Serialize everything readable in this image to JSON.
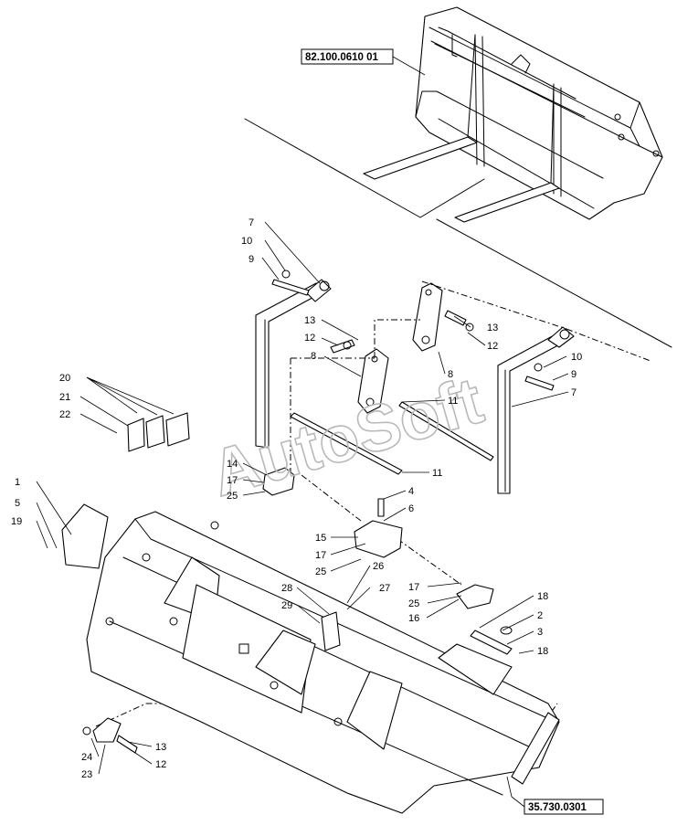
{
  "refs": {
    "top": "82.100.0610 01",
    "bottom": "35.730.0301"
  },
  "labels": {
    "l1": "1",
    "l2": "2",
    "l3": "3",
    "l4": "4",
    "l5": "5",
    "l6": "6",
    "l7a": "7",
    "l7b": "7",
    "l8a": "8",
    "l8b": "8",
    "l9a": "9",
    "l9b": "9",
    "l10a": "10",
    "l10b": "10",
    "l11a": "11",
    "l11b": "11",
    "l12a": "12",
    "l12b": "12",
    "l12c": "12",
    "l13a": "13",
    "l13b": "13",
    "l13c": "13",
    "l14": "14",
    "l15": "15",
    "l16": "16",
    "l17a": "17",
    "l17b": "17",
    "l17c": "17",
    "l18a": "18",
    "l18b": "18",
    "l19": "19",
    "l20": "20",
    "l21": "21",
    "l22": "22",
    "l23": "23",
    "l24": "24",
    "l25a": "25",
    "l25b": "25",
    "l25c": "25",
    "l26": "26",
    "l27": "27",
    "l28": "28",
    "l29": "29"
  }
}
